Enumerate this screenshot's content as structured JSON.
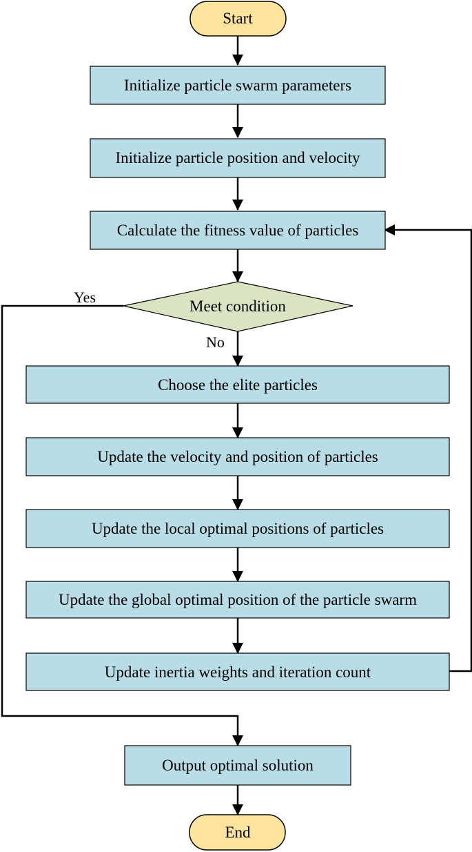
{
  "colors": {
    "process_fill": "#b9dde7",
    "terminal_fill": "#fde49c",
    "decision_fill": "#dbe4c2",
    "stroke": "#000000"
  },
  "flowchart": {
    "start": "Start",
    "steps": {
      "init_params": "Initialize particle swarm parameters",
      "init_pos": "Initialize particle position and velocity",
      "calc_fitness": "Calculate the fitness value of particles",
      "choose_elite": "Choose the elite particles",
      "update_vel": "Update the velocity and position of particles",
      "update_local": "Update the local optimal positions of particles",
      "update_global": "Update the global optimal position of the particle swarm",
      "update_inertia": "Update inertia weights and iteration count",
      "output": "Output optimal solution"
    },
    "decision": "Meet condition",
    "yes_label": "Yes",
    "no_label": "No",
    "end": "End"
  }
}
